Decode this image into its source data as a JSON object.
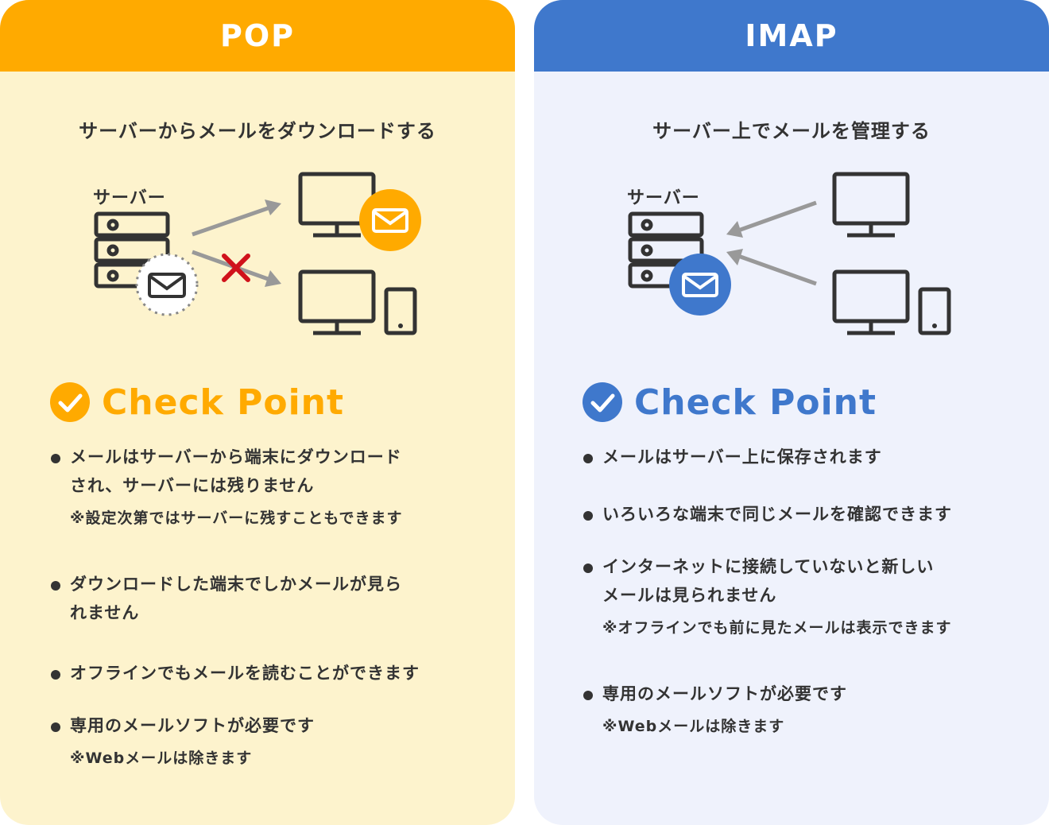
{
  "pop": {
    "title": "POP",
    "subtitle": "サーバーからメールをダウンロードする",
    "server_label": "サーバー",
    "check_point": "Check Point",
    "points": [
      {
        "lines": [
          "メールはサーバーから端末にダウンロード",
          "され、サーバーには残りません"
        ],
        "note": "※設定次第ではサーバーに残すこともできます"
      },
      {
        "lines": [
          "ダウンロードした端末でしかメールが見ら",
          "れません"
        ],
        "note": ""
      },
      {
        "lines": [
          "オフラインでもメールを読むことができます"
        ],
        "note": ""
      },
      {
        "lines": [
          "専用のメールソフトが必要です"
        ],
        "note": "※Webメールは除きます"
      }
    ]
  },
  "imap": {
    "title": "IMAP",
    "subtitle": "サーバー上でメールを管理する",
    "server_label": "サーバー",
    "check_point": "Check Point",
    "points": [
      {
        "lines": [
          "メールはサーバー上に保存されます"
        ],
        "note": ""
      },
      {
        "lines": [
          "いろいろな端末で同じメールを確認できます"
        ],
        "note": ""
      },
      {
        "lines": [
          "インターネットに接続していないと新しい",
          "メールは見られません"
        ],
        "note": "※オフラインでも前に見たメールは表示できます"
      },
      {
        "lines": [
          "専用のメールソフトが必要です"
        ],
        "note": "※Webメールは除きます"
      }
    ]
  },
  "colors": {
    "pop_accent": "#ffaa00",
    "pop_bg": "#fdf3cd",
    "imap_accent": "#3f78cc",
    "imap_bg": "#eff2fc",
    "text": "#333333",
    "arrow": "#999999",
    "cross": "#d0121b"
  },
  "icons": [
    "server-icon",
    "mail-icon",
    "monitor-icon",
    "smartphone-icon",
    "arrow-icon",
    "cross-icon",
    "check-circle-icon"
  ]
}
